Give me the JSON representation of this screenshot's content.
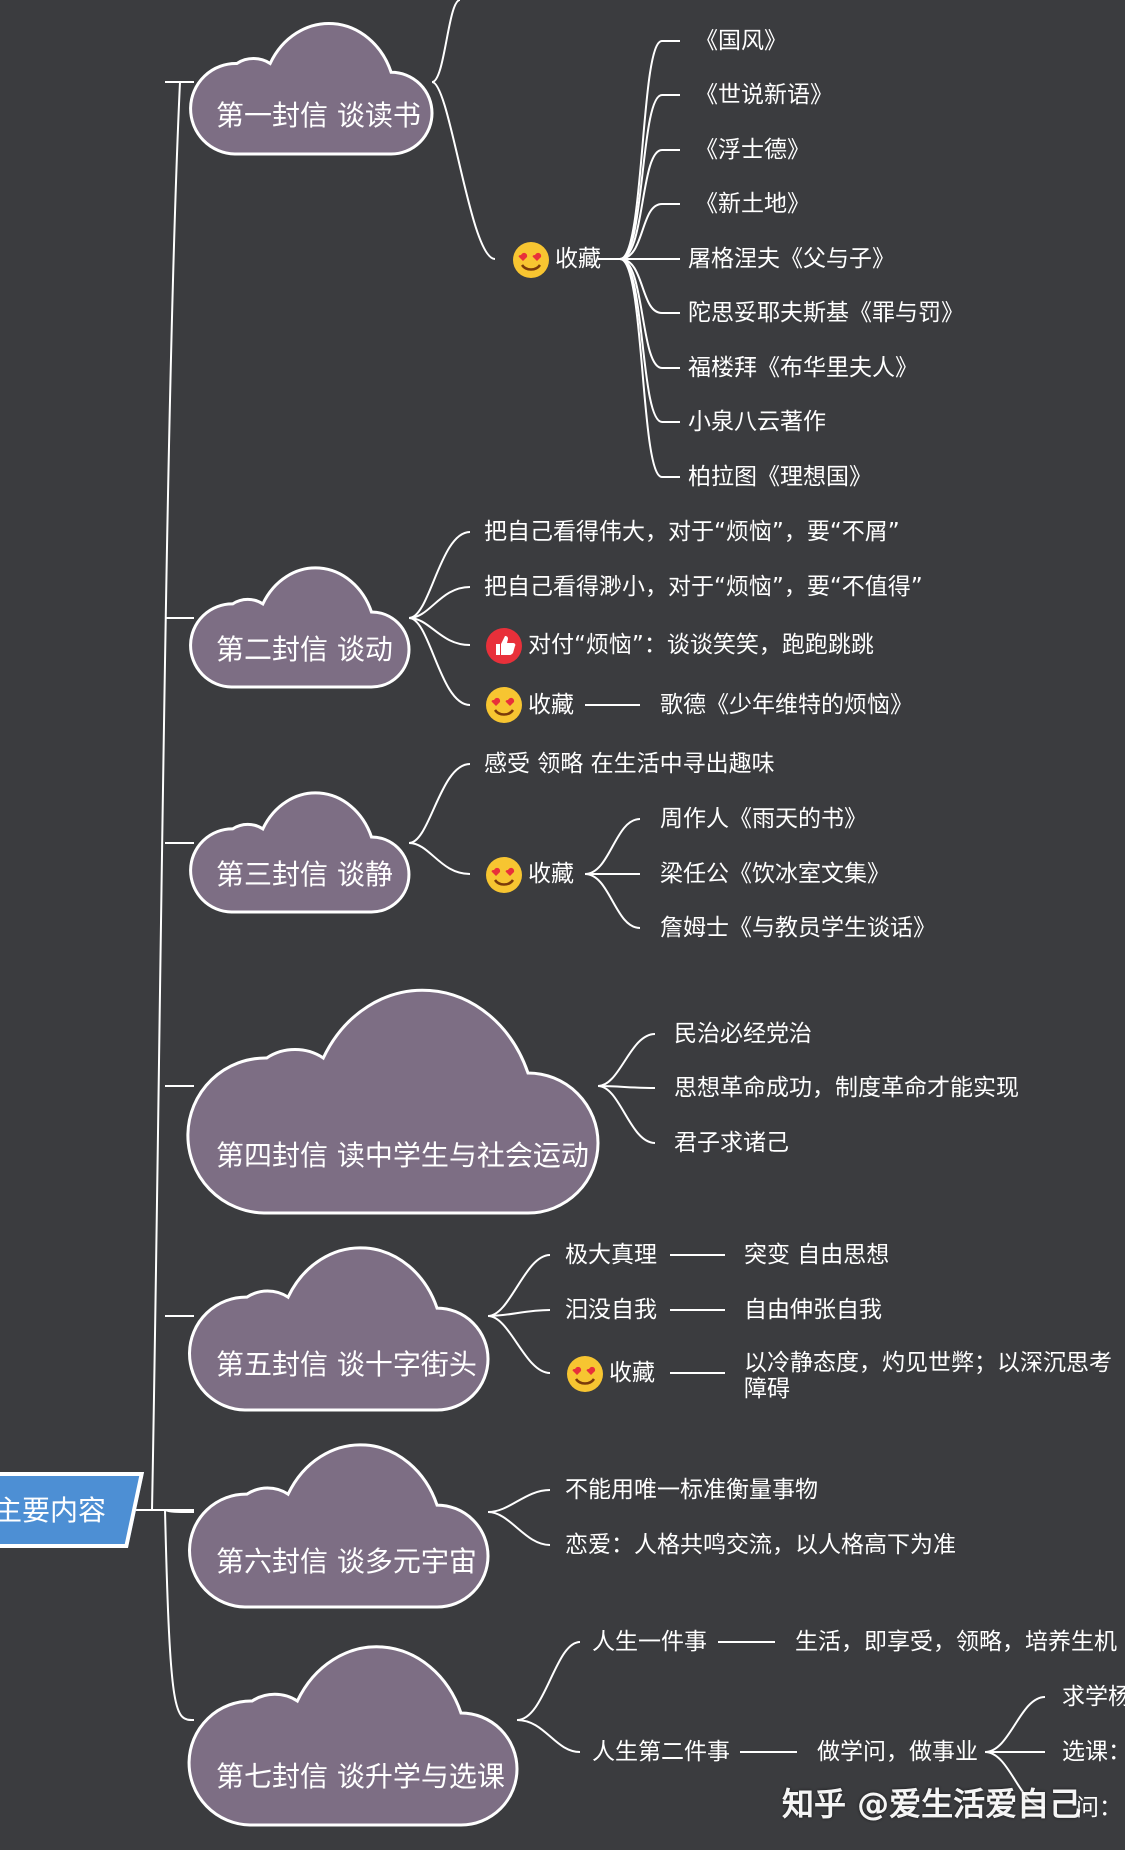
{
  "root": {
    "label": "主要内容"
  },
  "letters": [
    {
      "title": "第一封信 谈读书",
      "favorite_label": "收藏",
      "favorites": [
        "《国风》",
        "《世说新语》",
        "《浮士德》",
        "《新土地》",
        "屠格涅夫《父与子》",
        "陀思妥耶夫斯基《罪与罚》",
        "福楼拜《布华里夫人》",
        "小泉八云著作",
        "柏拉图《理想国》"
      ]
    },
    {
      "title": "第二封信 谈动",
      "items": [
        "把自己看得伟大，对于“烦恼”，要“不屑”",
        "把自己看得渺小，对于“烦恼”，要“不值得”"
      ],
      "like_item": "对付“烦恼”：谈谈笑笑，跑跑跳跳",
      "favorite_label": "收藏",
      "favorite_value": "歌德《少年维特的烦恼》"
    },
    {
      "title": "第三封信 谈静",
      "items": [
        "感受 领略 在生活中寻出趣味"
      ],
      "favorite_label": "收藏",
      "favorites": [
        "周作人《雨天的书》",
        "梁任公《饮冰室文集》",
        "詹姆士《与教员学生谈话》"
      ]
    },
    {
      "title": "第四封信 读中学生与社会运动",
      "items": [
        "民治必经党治",
        "思想革命成功，制度革命才能实现",
        "君子求诸己"
      ]
    },
    {
      "title": "第五封信 谈十字街头",
      "pairs": [
        {
          "left": "极大真理",
          "right": "突变 自由思想"
        },
        {
          "left": "汩没自我",
          "right": "自由伸张自我"
        }
      ],
      "favorite_label": "收藏",
      "favorite_value": "以冷静态度，灼见世弊；以深沉思考障碍"
    },
    {
      "title": "第六封信 谈多元宇宙",
      "items": [
        "不能用唯一标准衡量事物",
        "恋爱：人格共鸣交流，以人格高下为准"
      ]
    },
    {
      "title": "第七封信 谈升学与选课",
      "pairs": [
        {
          "left": "人生一件事",
          "right": "生活，即享受，领略，培养生机"
        },
        {
          "left": "人生第二件事",
          "right": "做学问，做事业"
        }
      ],
      "sub_items": [
        "求学杨",
        "选课：",
        "问："
      ]
    }
  ],
  "watermark": "知乎 @爱生活爱自己",
  "colors": {
    "background": "#3b3c3f",
    "cloud_fill": "#7d6e84",
    "cloud_stroke": "#ffffff",
    "root_fill": "#4d8fd4",
    "line": "#ffffff"
  }
}
